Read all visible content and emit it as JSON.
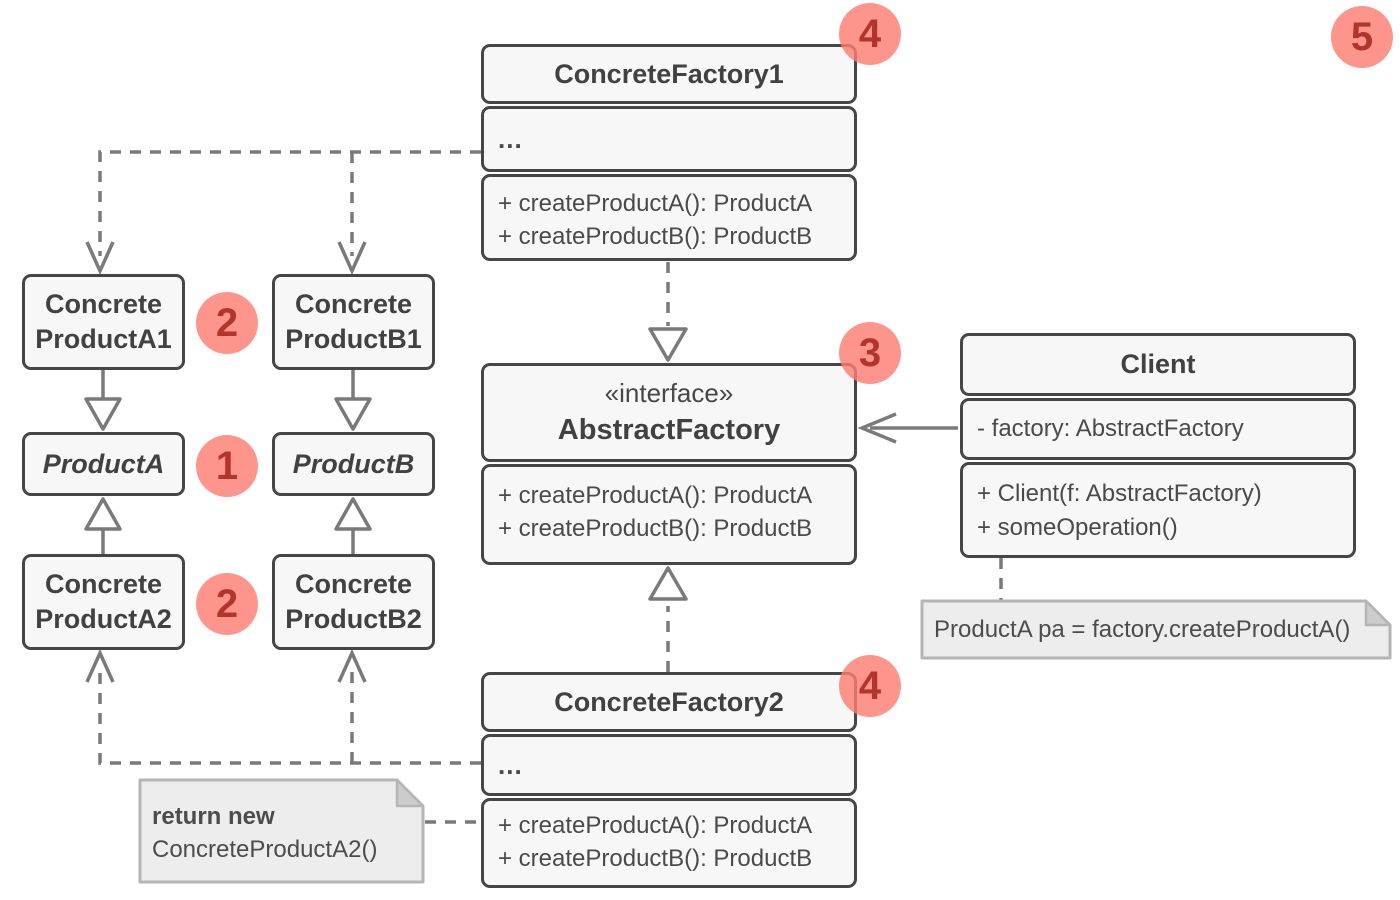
{
  "palette": {
    "box_fill": "#f7f7f7",
    "box_border": "#464646",
    "line_color": "#7a7a7a",
    "note_fill": "#ededed",
    "note_border": "#b5b5b5",
    "badge_fill": "#fc7e74",
    "badge_text": "#b0352d"
  },
  "classes": {
    "concreteFactory1": {
      "name": "ConcreteFactory1",
      "ellipsis": "...",
      "methods": [
        "+ createProductA(): ProductA",
        "+ createProductB(): ProductB"
      ]
    },
    "abstractFactory": {
      "stereotype": "«interface»",
      "name": "AbstractFactory",
      "methods": [
        "+ createProductA(): ProductA",
        "+ createProductB(): ProductB"
      ]
    },
    "concreteFactory2": {
      "name": "ConcreteFactory2",
      "ellipsis": "...",
      "methods": [
        "+ createProductA(): ProductA",
        "+ createProductB(): ProductB"
      ]
    },
    "client": {
      "name": "Client",
      "attributes": [
        "- factory: AbstractFactory"
      ],
      "methods": [
        "+ Client(f: AbstractFactory)",
        "+ someOperation()"
      ]
    },
    "concreteProductA1": {
      "line1": "Concrete",
      "line2": "ProductA1"
    },
    "concreteProductB1": {
      "line1": "Concrete",
      "line2": "ProductB1"
    },
    "productA": {
      "name": "ProductA"
    },
    "productB": {
      "name": "ProductB"
    },
    "concreteProductA2": {
      "line1": "Concrete",
      "line2": "ProductA2"
    },
    "concreteProductB2": {
      "line1": "Concrete",
      "line2": "ProductB2"
    }
  },
  "badges": {
    "factory1": "4",
    "productsRow1": "2",
    "interfacesRow": "1",
    "productsRow2": "2",
    "abstractFactory": "3",
    "factory2": "4",
    "client": "5"
  },
  "notes": {
    "clientCode": "ProductA pa = factory.createProductA()",
    "factoryReturn": {
      "line1": "return new",
      "line2": "ConcreteProductA2()"
    }
  }
}
